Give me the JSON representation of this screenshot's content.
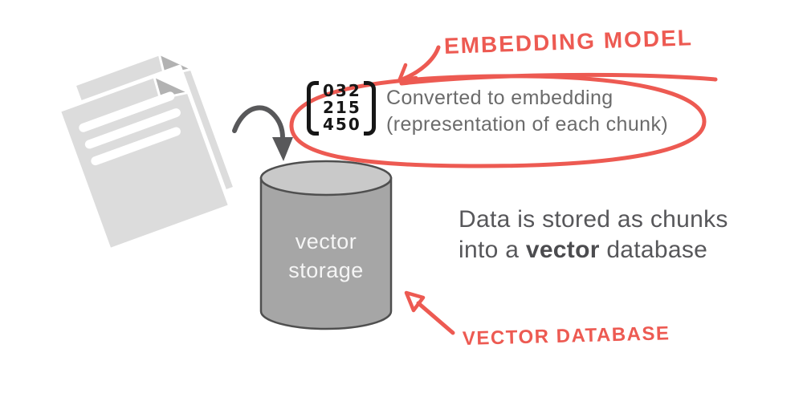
{
  "colors": {
    "annotation_red": "#ed5a52",
    "document_gray": "#dcdcdc",
    "document_fold_gray": "#b2b2b2",
    "cylinder_body_gray": "#a6a6a6",
    "cylinder_top_gray": "#c9c9c9",
    "arrow_dark_gray": "#58585a",
    "caption_gray": "#6b6b6b",
    "description_gray": "#57575a"
  },
  "annotations": {
    "embedding_model_label": "EMBEDDING MODEL",
    "vector_database_label": "VECTOR DATABASE"
  },
  "embedding": {
    "matrix_rows": [
      "032",
      "215",
      "450"
    ],
    "caption_line1": "Converted to embedding",
    "caption_line2": "(representation of each chunk)"
  },
  "storage": {
    "cylinder_line1": "vector",
    "cylinder_line2": "storage",
    "description_line1": "Data is stored as chunks",
    "description_line2_prefix": "into a ",
    "description_line2_bold": "vector",
    "description_line2_suffix": " database"
  }
}
